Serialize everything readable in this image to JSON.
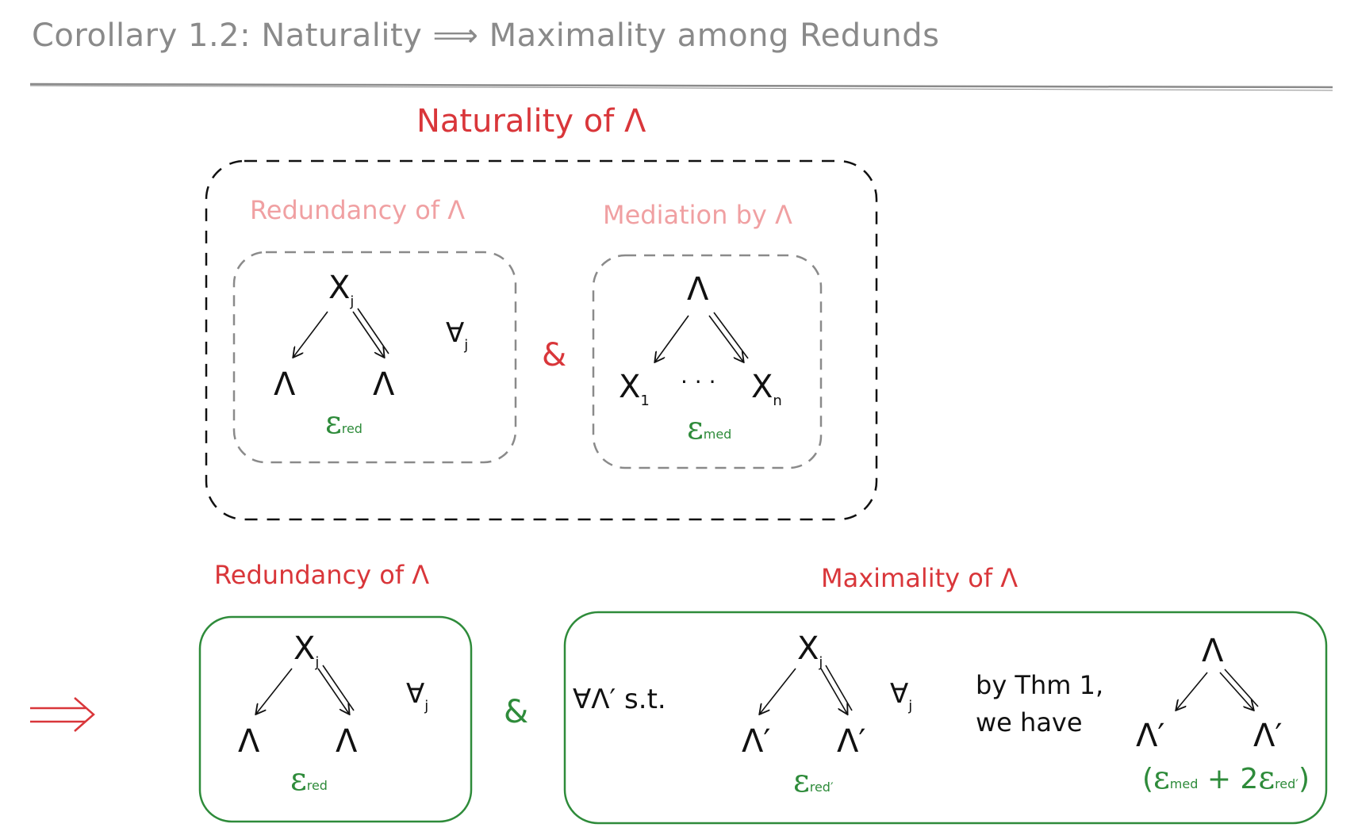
{
  "title": "Corollary 1.2: Naturality ⟹ Maximality among Redunds",
  "top": {
    "heading": "Naturality of Λ",
    "redundancy_label": "Redundancy of Λ",
    "mediation_label": "Mediation by Λ",
    "red_graph": {
      "root": "X",
      "root_sub": "j",
      "left": "Λ",
      "right": "Λ",
      "forall": "∀",
      "forall_sub": "j",
      "eps": "ε",
      "eps_sub": "red"
    },
    "amp": "&",
    "med_graph": {
      "root": "Λ",
      "left": "X",
      "left_sub": "1",
      "dots": "· · ·",
      "right": "X",
      "right_sub": "n",
      "eps": "ε",
      "eps_sub": "med"
    }
  },
  "bottom": {
    "implies": "⟹",
    "redundancy_label": "Redundancy of Λ",
    "maximality_label": "Maximality of Λ",
    "red_graph": {
      "root": "X",
      "root_sub": "j",
      "left": "Λ",
      "right": "Λ",
      "forall": "∀",
      "forall_sub": "j",
      "eps": "ε",
      "eps_sub": "red"
    },
    "amp": "&",
    "st_text": "∀Λ′ s.t.",
    "red2_graph": {
      "root": "X",
      "root_sub": "j",
      "left": "Λ′",
      "right": "Λ′",
      "forall": "∀",
      "forall_sub": "j",
      "eps": "ε",
      "eps_sub": "red′"
    },
    "thm_line1": "by Thm 1,",
    "thm_line2": "we have",
    "result_graph": {
      "root": "Λ",
      "left": "Λ′",
      "right": "Λ′"
    },
    "bound": {
      "open": "(",
      "eps1": "ε",
      "eps1_sub": "med",
      "plus": " + 2",
      "eps2": "ε",
      "eps2_sub": "red′",
      "close": ")"
    }
  },
  "colors": {
    "red": "#d9363a",
    "pink": "#f0a0a2",
    "green": "#2e8b3a",
    "gray": "#8a8a8a",
    "ink": "#111111"
  }
}
